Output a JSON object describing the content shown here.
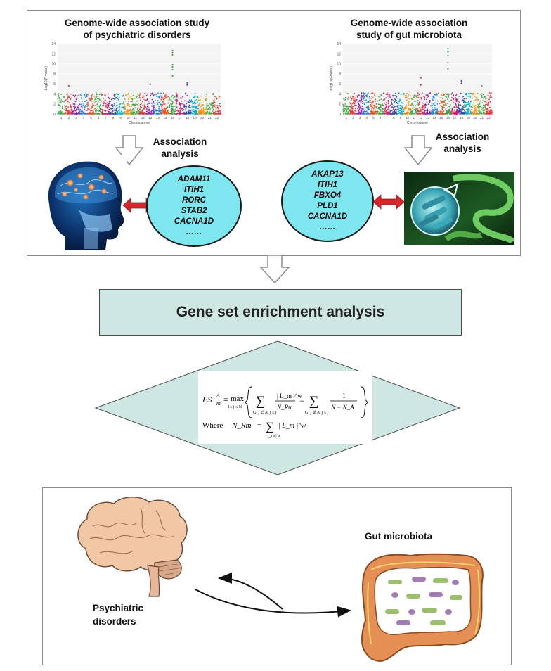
{
  "left_panel": {
    "title_line1": "Genome-wide association study",
    "title_line2": "of psychiatric disorders",
    "assoc_line1": "Association",
    "assoc_line2": "analysis",
    "genes": [
      "ADAM11",
      "ITIH1",
      "RORC",
      "STAB2",
      "CACNA1D",
      "……"
    ],
    "y_axis_label": "-Log10(P-value)",
    "x_axis_label": "Chromosome"
  },
  "right_panel": {
    "title_line1": "Genome-wide association",
    "title_line2": "study of gut microbiota",
    "assoc_line1": "Association",
    "assoc_line2": "analysis",
    "genes": [
      "AKAP13",
      "ITIH1",
      "FBXO4",
      "PLD1",
      "CACNA1D",
      "……"
    ],
    "y_axis_label": "-Log10(P-value)",
    "x_axis_label": "Chromosome"
  },
  "manhattan": {
    "y_ticks": [
      "14",
      "12",
      "10",
      "8",
      "6",
      "4",
      "2",
      "0"
    ],
    "x_ticks": [
      "1",
      "2",
      "3",
      "4",
      "5",
      "6",
      "7",
      "8",
      "9",
      "10",
      "11",
      "12",
      "13",
      "14",
      "15",
      "16",
      "17",
      "18",
      "19",
      "20",
      "21",
      "22"
    ]
  },
  "gsea": {
    "label": "Gene set enrichment analysis"
  },
  "formula": {
    "es": "ES",
    "es_sup": "A",
    "es_sub": "m",
    "max": "max",
    "max_sub": "1≤ j ≤ N",
    "sum": "∑",
    "sum1_sub": "G_j ∈ A, j ≤ j",
    "frac1_num": "| L_m |^w",
    "frac1_den": "N_Rm",
    "minus": "−",
    "sum2_sub": "G_j ∉ A, j ≤ j",
    "frac2_num": "1",
    "frac2_den": "N − N_A",
    "where": "Where",
    "nrm": "N_Rm",
    "eq": "=",
    "sum3_sub": "G_j ∈ A",
    "nrm_rhs": "| L_m |^w"
  },
  "bottom": {
    "gut_label": "Gut microbiota",
    "psych_line1": "Psychiatric",
    "psych_line2": "disorders"
  },
  "colors": {
    "circle": "#7de6ef",
    "gsea_box": "#cfe7e2",
    "diamond": "#cfe7e2",
    "red_arrow": "#d9242b",
    "brain_fill": "#f2c7a5",
    "intestine_fill": "#e58f55"
  }
}
